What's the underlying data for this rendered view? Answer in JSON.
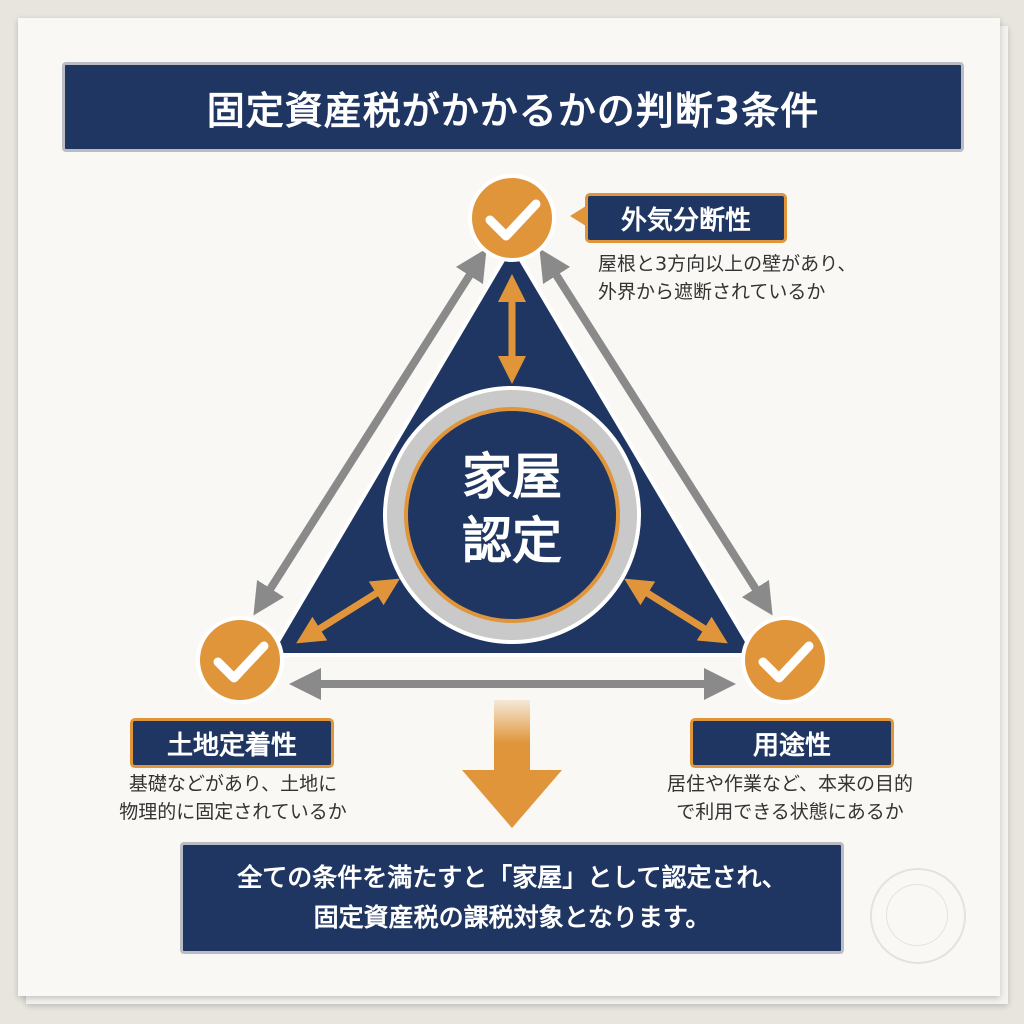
{
  "title": "固定資産税がかかるかの判断3条件",
  "center": {
    "line1": "家屋",
    "line2": "認定"
  },
  "conditions": [
    {
      "label": "外気分断性",
      "desc_line1": "屋根と3方向以上の壁があり、",
      "desc_line2": "外界から遮断されているか"
    },
    {
      "label": "土地定着性",
      "desc_line1": "基礎などがあり、土地に",
      "desc_line2": "物理的に固定されているか"
    },
    {
      "label": "用途性",
      "desc_line1": "居住や作業など、本来の目的",
      "desc_line2": "で利用できる状態にあるか"
    }
  ],
  "conclusion": {
    "line1": "全ての条件を満たすと「家屋」として認定され、",
    "line2": "固定資産税の課税対象となります。"
  },
  "colors": {
    "navy": "#1f3562",
    "orange": "#e0953a",
    "gray": "#8a8a8a"
  }
}
